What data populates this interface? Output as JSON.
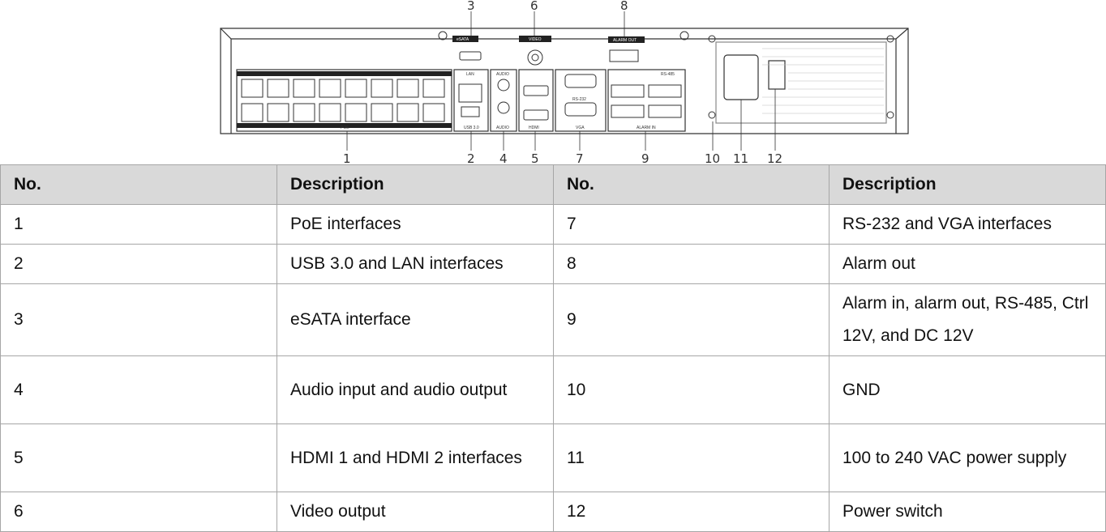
{
  "diagram": {
    "callouts_top": [
      "3",
      "6",
      "8"
    ],
    "callouts_bottom": [
      "1",
      "2",
      "4",
      "5",
      "7",
      "9",
      "10",
      "11",
      "12"
    ],
    "panel_labels": {
      "esata": "eSATA",
      "video": "VIDEO",
      "alarm_out": "ALARM OUT",
      "lan": "LAN",
      "audio": "AUDIO",
      "usb": "USB 3.0",
      "audio_out": "AUDIO",
      "hdmi": "HDMI",
      "vga": "VGA",
      "rs232": "RS-232",
      "alarm_in": "ALARM IN",
      "poe": "POE",
      "rs485": "RS-485"
    }
  },
  "table": {
    "headers": [
      "No.",
      "Description",
      "No.",
      "Description"
    ],
    "rows": [
      [
        "1",
        "PoE interfaces",
        "7",
        "RS-232 and VGA interfaces"
      ],
      [
        "2",
        "USB 3.0 and LAN interfaces",
        "8",
        "Alarm out"
      ],
      [
        "3",
        "eSATA interface",
        "9",
        "Alarm in, alarm out, RS-485, Ctrl 12V, and DC 12V"
      ],
      [
        "4",
        "Audio input and audio output",
        "10",
        "GND"
      ],
      [
        "5",
        "HDMI 1 and HDMI 2 interfaces",
        "11",
        "100 to 240 VAC power supply"
      ],
      [
        "6",
        "Video output",
        "12",
        "Power switch"
      ]
    ]
  }
}
